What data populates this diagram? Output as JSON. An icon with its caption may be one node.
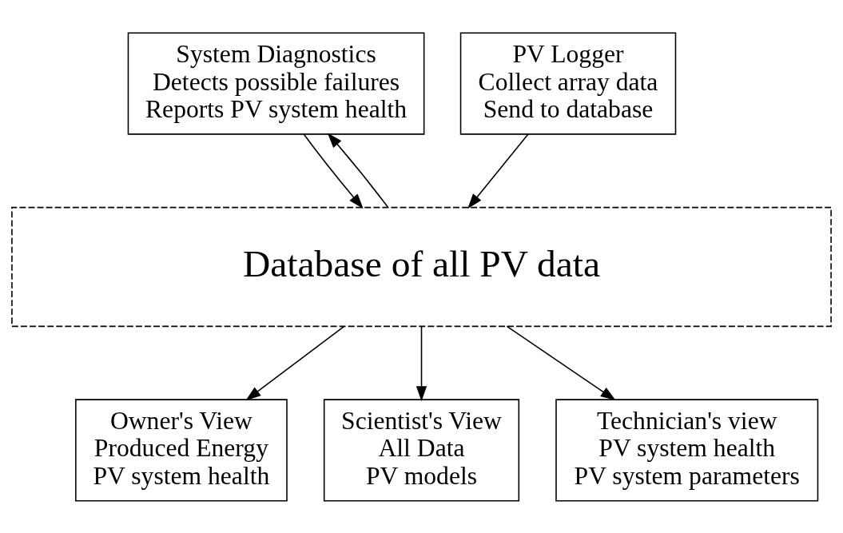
{
  "diagram": {
    "nodes": [
      {
        "text": [
          "System Diagnostics",
          "Detects possible failures",
          "Reports PV system health"
        ]
      },
      {
        "text": [
          "PV Logger",
          "Collect array data",
          "Send to database"
        ]
      },
      {
        "text": [
          "Database of all PV data"
        ]
      },
      {
        "text": [
          "Owner's View",
          "Produced Energy",
          "PV system health"
        ]
      },
      {
        "text": [
          "Scientist's View",
          "All Data",
          "PV models"
        ]
      },
      {
        "text": [
          "Technician's view",
          "PV system health",
          "PV system parameters"
        ]
      }
    ],
    "edges": [
      {
        "from": 2,
        "to": 0,
        "arrow": "to"
      },
      {
        "from": 0,
        "to": 2,
        "arrow": "to"
      },
      {
        "from": 1,
        "to": 2,
        "arrow": "to"
      },
      {
        "from": 2,
        "to": 3,
        "arrow": "to"
      },
      {
        "from": 2,
        "to": 4,
        "arrow": "to"
      },
      {
        "from": 2,
        "to": 5,
        "arrow": "to"
      }
    ]
  }
}
